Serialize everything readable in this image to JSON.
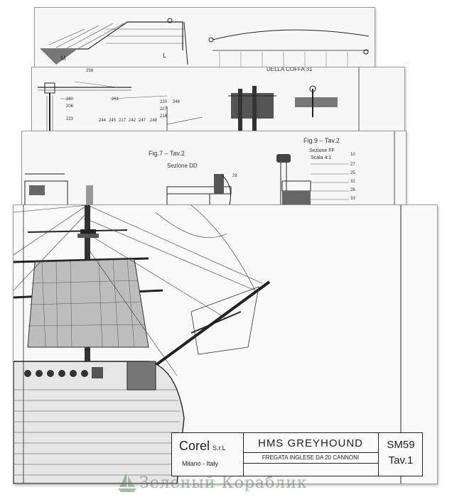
{
  "sheet4": {
    "labels": [
      "M",
      "L"
    ]
  },
  "sheet3": {
    "top_label": "DELLA COFFA 31",
    "numbers": [
      "258",
      "260",
      "261",
      "206",
      "223",
      "220",
      "227",
      "218",
      "246",
      "244",
      "245",
      "217",
      "242",
      "247",
      "248"
    ]
  },
  "sheet2": {
    "fig7_title": "Fig.7 – Tav.2",
    "fig7_section": "Sezione DD",
    "fig7_number": "28",
    "fig9_title": "Fig.9 – Tav.2",
    "fig9_section": "Sezione FF",
    "fig9_scale": "Scala 4:1",
    "fig9_numbers": [
      "10",
      "27",
      "25",
      "32",
      "26",
      "33"
    ]
  },
  "sheet1": {
    "title_block": {
      "brand": "Corel",
      "brand_suffix": "S.r.L",
      "location": "Milano - Italy",
      "ship_name": "HMS GREYHOUND",
      "subtitle": "FREGATA INGLESE DA 20 CANNONI",
      "model_code": "SM59",
      "table": "Tav.1"
    }
  },
  "watermark": {
    "text": "Зелёный Кораблик",
    "color": "#5f825f"
  }
}
